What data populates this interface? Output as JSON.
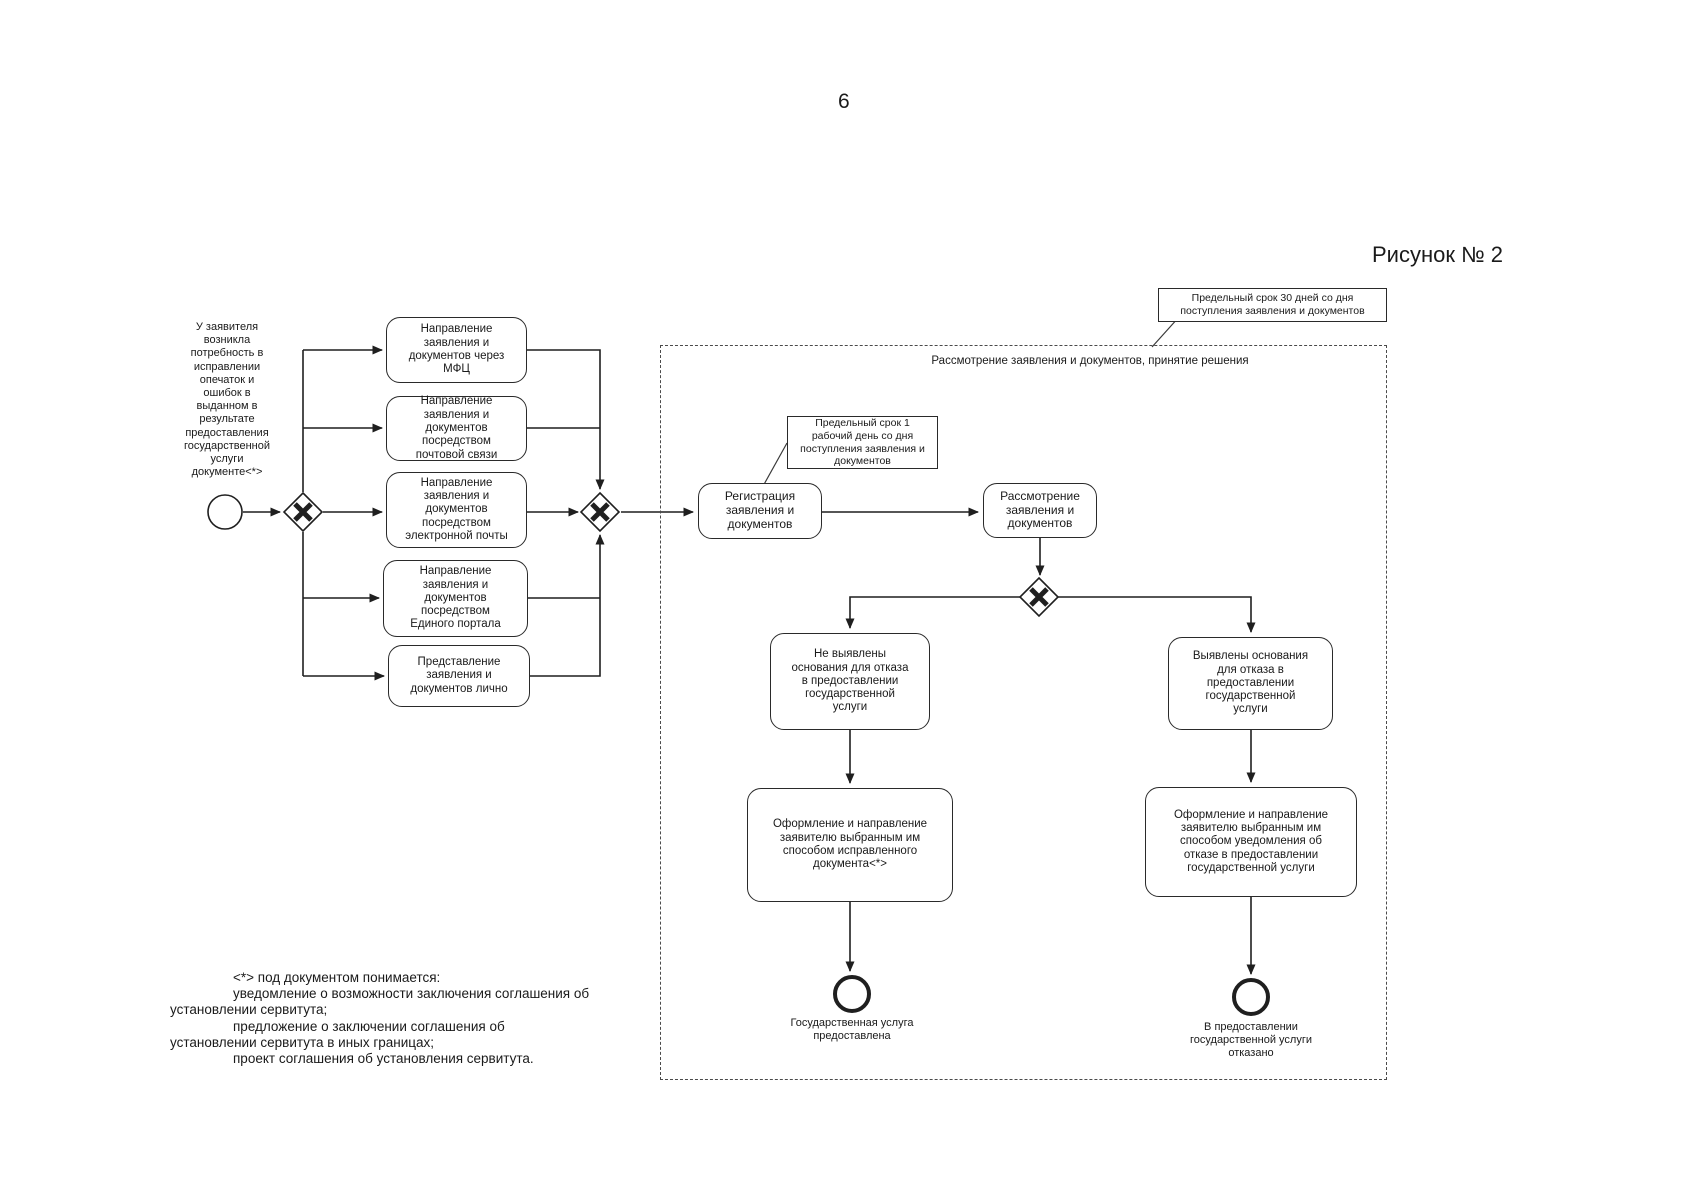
{
  "page": {
    "number": "6",
    "figure_caption": "Рисунок № 2"
  },
  "diagram": {
    "start_note": "У заявителя\nвозникла\nпотребность в\nисправлении\nопечаток и\nошибок в\nвыданном в\nрезультате\nпредоставления\nгосударственной\nуслуги\nдокументе<*>",
    "channels": [
      {
        "label": "Направление\nзаявления и\nдокументов через\nМФЦ"
      },
      {
        "label": "Направление\nзаявления и\nдокументов\nпосредством\nпочтовой связи"
      },
      {
        "label": "Направление\nзаявления и\nдокументов\nпосредством\nэлектронной почты"
      },
      {
        "label": "Направление\nзаявления и\nдокументов\nпосредством\nЕдиного портала"
      },
      {
        "label": "Представление\nзаявления и\nдокументов лично"
      }
    ],
    "subprocess": {
      "title": "Рассмотрение заявления и документов, принятие решения",
      "deadline_note": "Предельный срок 30 дней со дня\nпоступления заявления и документов",
      "registration_deadline_note": "Предельный срок 1\nрабочий день со дня\nпоступления заявления и\nдокументов",
      "tasks": {
        "registration": "Регистрация\nзаявления и\nдокументов",
        "review": "Рассмотрение\nзаявления и\nдокументов",
        "no_refusal_grounds": "Не выявлены\nоснования для отказа\nв предоставлении\nгосударственной\nуслуги",
        "refusal_grounds": "Выявлены основания\nдля отказа в\nпредоставлении\nгосударственной\nуслуги",
        "send_corrected": "Оформление и направление\nзаявителю выбранным им\nспособом исправленного\nдокумента<*>",
        "send_refusal": "Оформление и направление\nзаявителю выбранным им\nспособом уведомления об\nотказе в предоставлении\nгосударственной услуги"
      },
      "end_events": {
        "provided": "Государственная услуга\nпредоставлена",
        "refused": "В предоставлении\nгосударственной услуги\nотказано"
      }
    },
    "footnote": {
      "lines": [
        "<*> под документом понимается:",
        "уведомление о возможности заключения соглашения об",
        "установлении сервитута;",
        "предложение о заключении соглашения об",
        "установлении сервитута в иных границах;",
        "проект соглашения об установления сервитута."
      ]
    }
  },
  "colors": {
    "line": "#1f1f1f",
    "background": "#ffffff"
  }
}
